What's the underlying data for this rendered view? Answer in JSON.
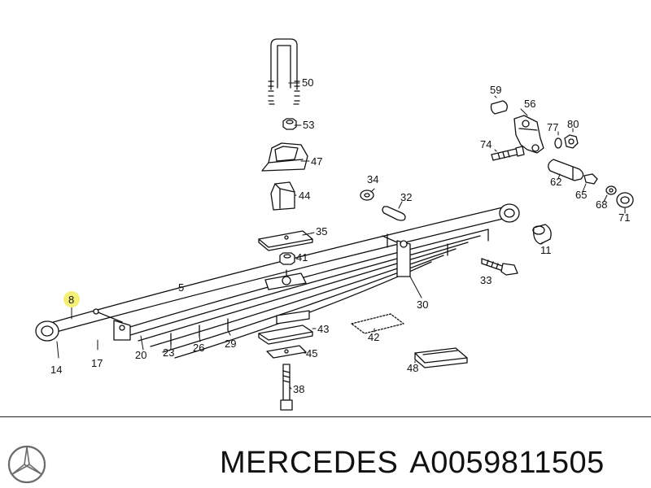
{
  "callouts": [
    "50",
    "53",
    "47",
    "44",
    "35",
    "41",
    "5",
    "8",
    "14",
    "17",
    "20",
    "23",
    "26",
    "29",
    "30",
    "43",
    "45",
    "38",
    "42",
    "48",
    "34",
    "32",
    "11",
    "33",
    "59",
    "56",
    "77",
    "80",
    "74",
    "62",
    "65",
    "68",
    "71"
  ],
  "highlight_color": "#f4f07a",
  "footer": {
    "brand": "MERCEDES",
    "part_number": "A0059811505",
    "logo": "mercedes-star-icon"
  }
}
